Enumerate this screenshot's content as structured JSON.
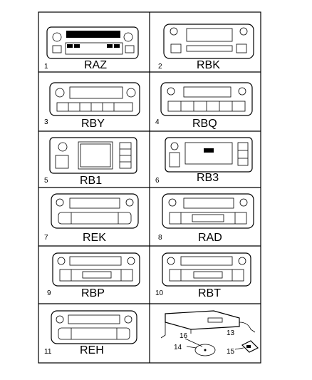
{
  "cells": [
    {
      "num": "1",
      "code": "RAZ"
    },
    {
      "num": "2",
      "code": "RBK"
    },
    {
      "num": "3",
      "code": "RBY"
    },
    {
      "num": "4",
      "code": "RBQ"
    },
    {
      "num": "5",
      "code": "RB1"
    },
    {
      "num": "6",
      "code": "RB3"
    },
    {
      "num": "7",
      "code": "REK"
    },
    {
      "num": "8",
      "code": "RAD"
    },
    {
      "num": "9",
      "code": "RBP"
    },
    {
      "num": "10",
      "code": "RBT"
    },
    {
      "num": "11",
      "code": "REH"
    }
  ],
  "parts": {
    "module": "13",
    "disc_a": "16",
    "disc_b": "14",
    "connector": "15"
  }
}
